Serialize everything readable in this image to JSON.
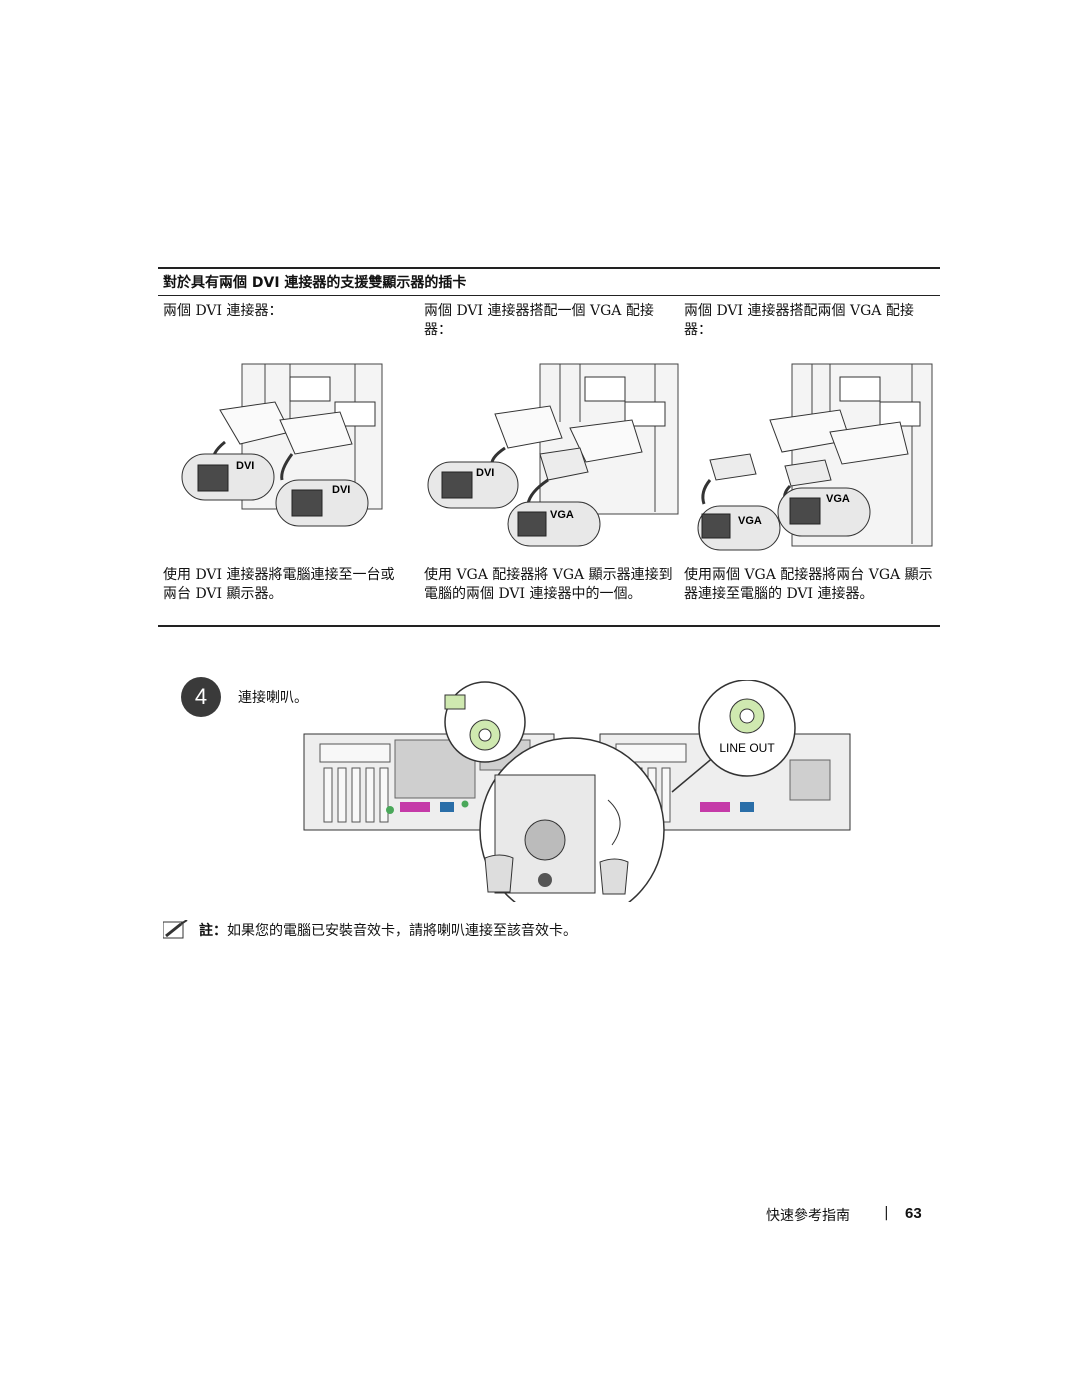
{
  "table": {
    "title": "對於具有兩個 DVI 連接器的支援雙顯示器的插卡",
    "columns": [
      {
        "heading": "兩個 DVI 連接器：",
        "caption": "使用 DVI 連接器將電腦連接至一台或兩台 DVI 顯示器。",
        "labels": [
          "DVI",
          "DVI"
        ]
      },
      {
        "heading": "兩個 DVI 連接器搭配一個 VGA 配接器：",
        "caption": "使用 VGA 配接器將 VGA 顯示器連接到電腦的兩個 DVI 連接器中的一個。",
        "labels": [
          "DVI",
          "VGA"
        ]
      },
      {
        "heading": "兩個 DVI 連接器搭配兩個 VGA 配接器：",
        "caption": "使用兩個 VGA 配接器將兩台 VGA 顯示器連接至電腦的 DVI 連接器。",
        "labels": [
          "VGA",
          "VGA"
        ]
      }
    ]
  },
  "step": {
    "number": "4",
    "text": "連接喇叭。",
    "line_out_label": "LINE OUT"
  },
  "note": {
    "label": "註：",
    "text": "如果您的電腦已安裝音效卡，請將喇叭連接至該音效卡。",
    "icon": "pencil-note-icon"
  },
  "footer": {
    "guide": "快速參考指南",
    "separator": "|",
    "page": "63"
  }
}
